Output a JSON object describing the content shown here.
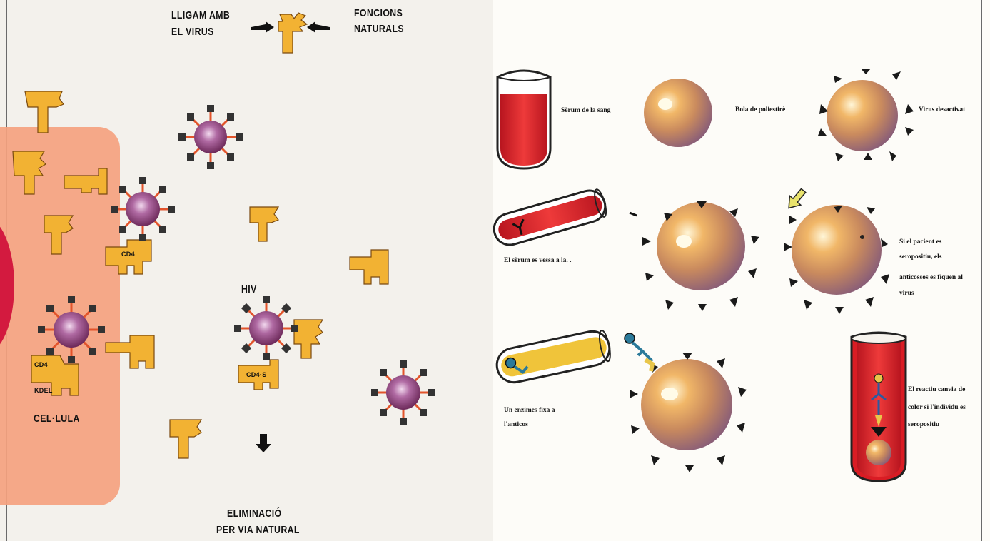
{
  "left": {
    "label_binding": [
      "LLIGAM AMB",
      "EL  VIRUS"
    ],
    "label_functions": [
      "FONCIONS",
      "NATURALS"
    ],
    "label_cell": "CEL·LULA",
    "label_hiv": "HIV",
    "label_cd4_top": "CD4",
    "label_cd4_left": "CD4",
    "label_kdel": "KDEL",
    "label_cd4s": "CD4·S",
    "label_elimination": [
      "ELIMINACIÓ",
      "PER VIA NATURAL"
    ]
  },
  "right": {
    "serum": "Sèrum de la sang",
    "bead": "Bola de poliestirè",
    "virus": "Virus desactivat",
    "serum_poured": "El sèrum es vessa a la. .",
    "seropositive": [
      "Si el pacient es",
      "seropositiu, els",
      "anticossos es fiquen al",
      "virus"
    ],
    "enzyme": [
      "Un enzimes fixa a",
      "l'anticos"
    ],
    "reagent": [
      "El reactiu canvia de",
      "color si l'individu es",
      "seropositiu"
    ]
  },
  "colors": {
    "cell": "#f5a27f",
    "nucleus": "#d31a3f",
    "receptor": "#f2b233",
    "virus_core": "#8c3a6e",
    "serum": "#e0242c",
    "enzyme": "#f0c43a"
  }
}
